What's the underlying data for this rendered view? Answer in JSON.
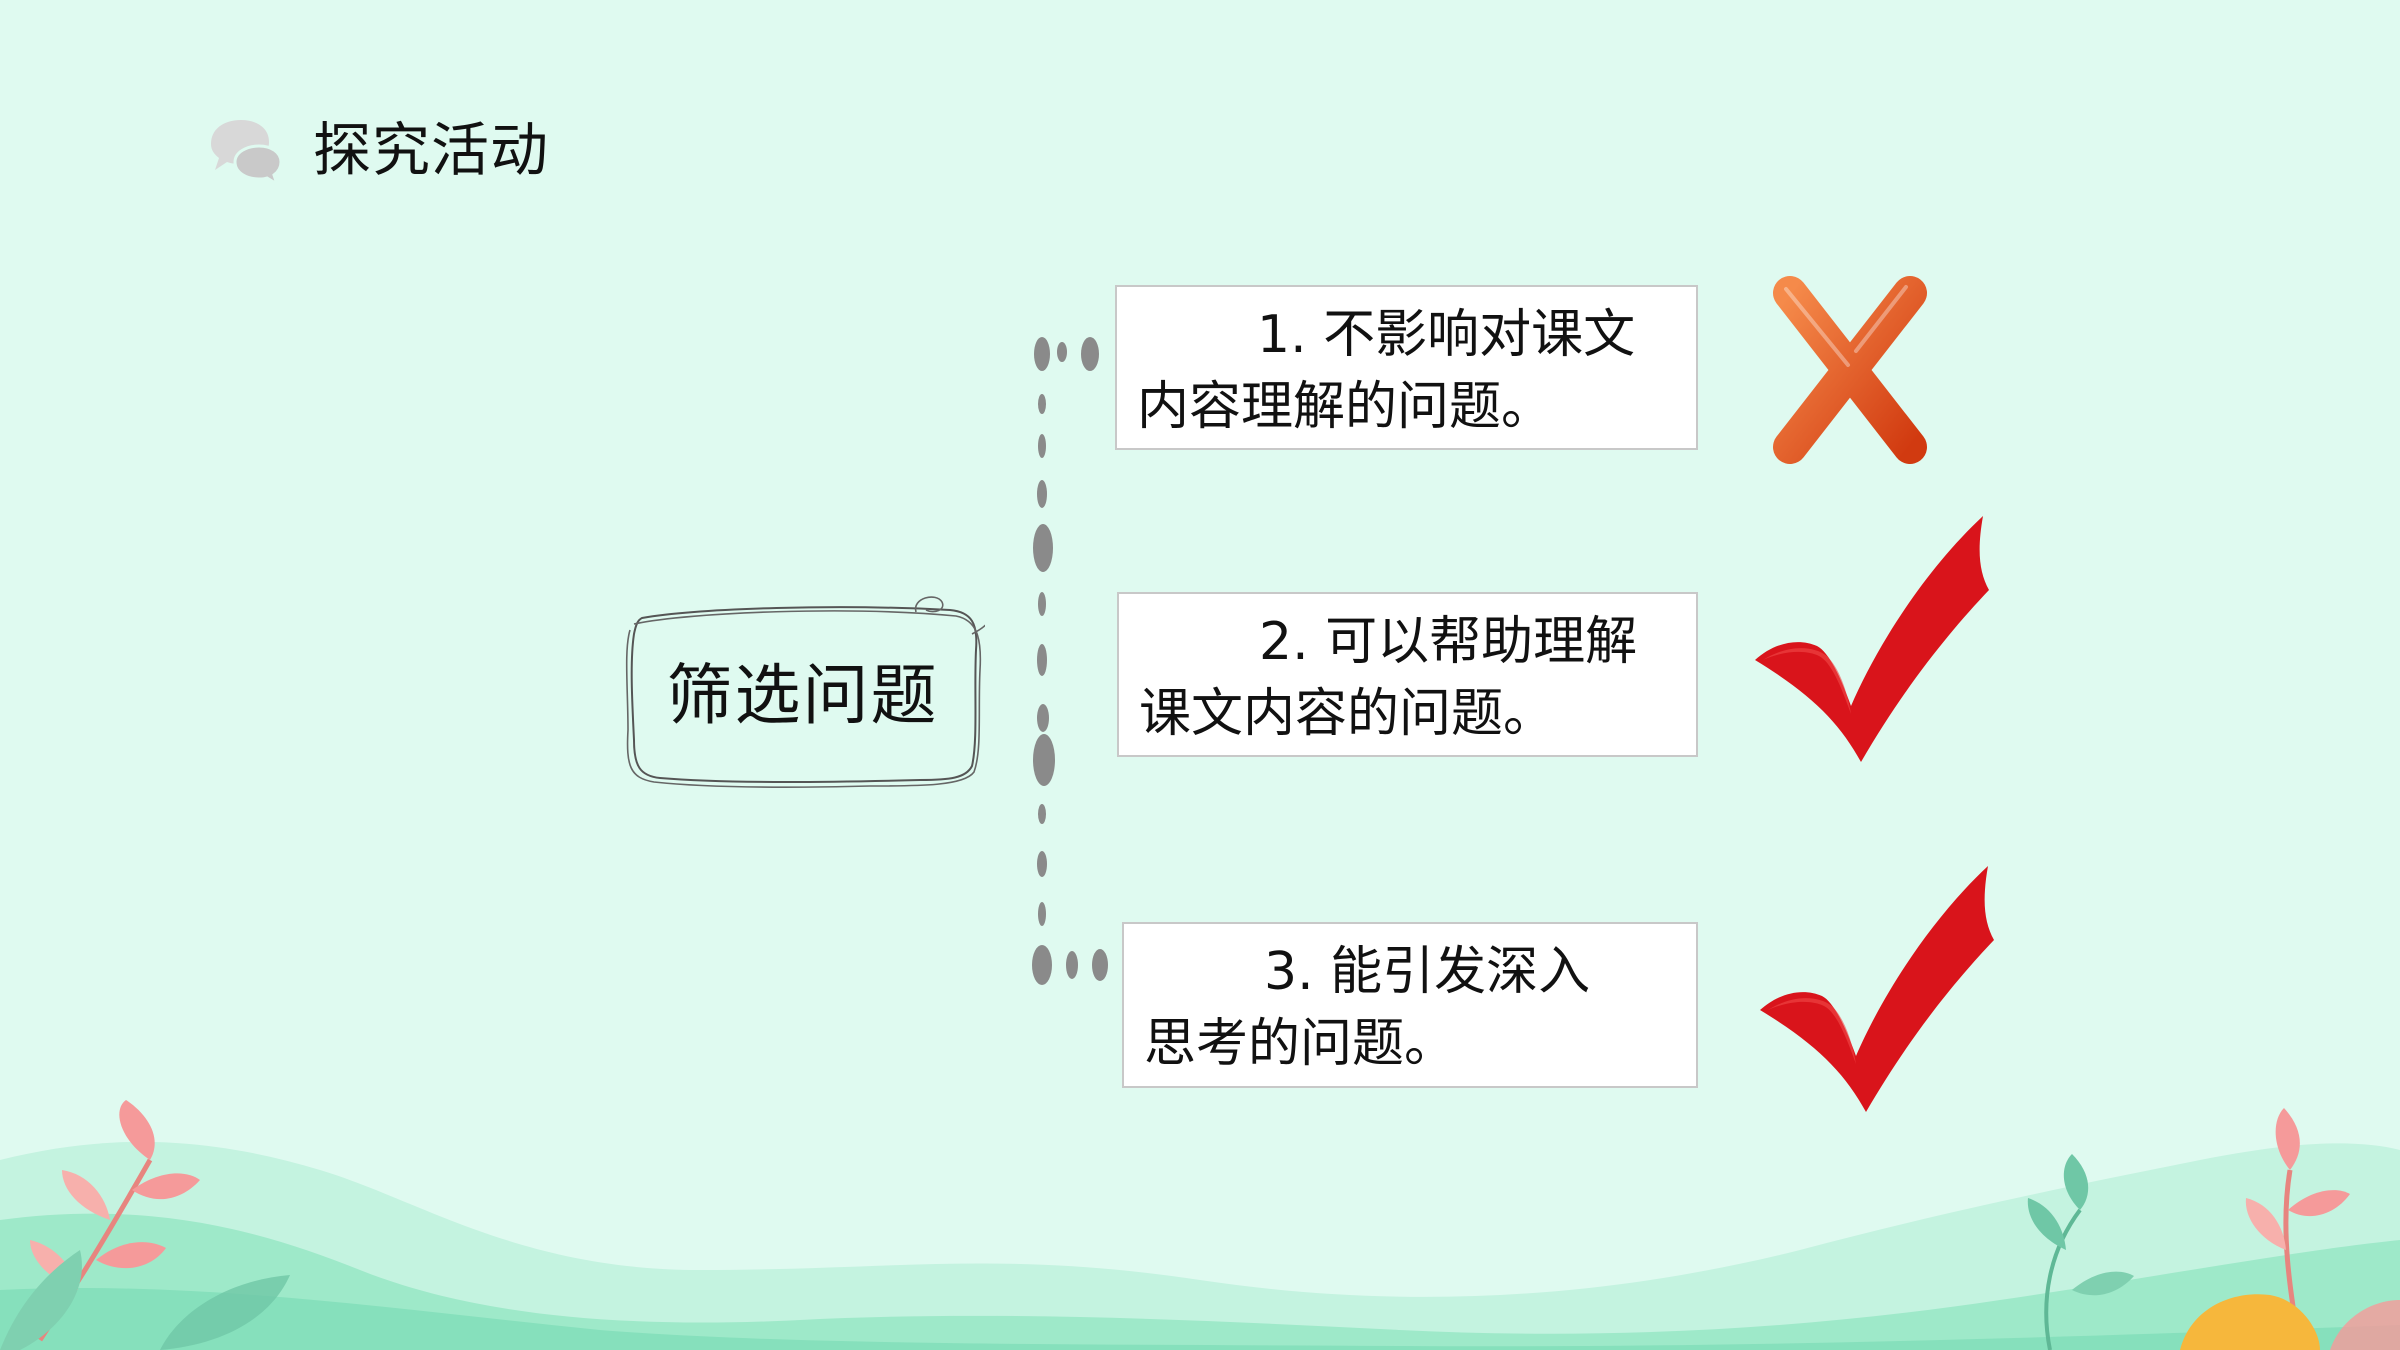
{
  "header": {
    "title": "探究活动",
    "icon": "speech-bubbles-icon"
  },
  "mind_map": {
    "center_label": "筛选问题",
    "items": [
      {
        "line1": "1. 不影响对课文",
        "line2": "内容理解的问题。",
        "verdict": "cross-icon"
      },
      {
        "line1": "2. 可以帮助理解",
        "line2": "课文内容的问题。",
        "verdict": "check-icon"
      },
      {
        "line1": "3. 能引发深入",
        "line2": "思考的问题。",
        "verdict": "check-icon"
      }
    ]
  },
  "colors": {
    "background": "#dffaf0",
    "cross": "#e8561f",
    "check": "#d9141b",
    "hill_light": "#b9f0d9",
    "hill_mid": "#8fe6c3",
    "leaf_pink": "#f59a9a",
    "leaf_green": "#6fc7a6",
    "accent_orange": "#f6b73c"
  }
}
